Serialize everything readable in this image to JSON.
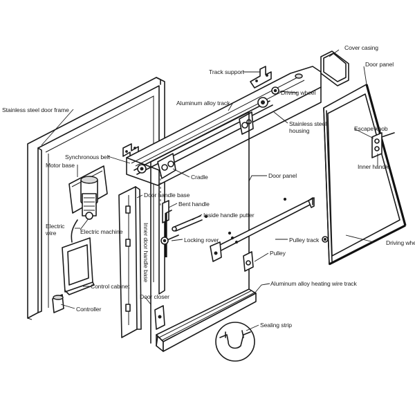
{
  "diagram": {
    "labels": {
      "cover_casing": "Cover casing",
      "door_panel_top": "Door panel",
      "track_support": "Track support",
      "driving_wheel_top": "Driving wheel",
      "aluminum_alloy_track": "Aluminum alloy track",
      "stainless_steel_housing": "Stainless steel\nhousing",
      "stainless_steel_door_frame": "Stainless steel door frame",
      "escape_knob": "Escape knob",
      "synchronous_belt": "Synchronous belt",
      "motor_base": "Motor base",
      "inner_handle": "Inner handle",
      "cradle": "Cradle",
      "door_panel_mid": "Door panel",
      "door_handle_base": "Door handle base",
      "bent_handle": "Bent handle",
      "inside_handle_putter": "Inside handle putter",
      "electric_wire": "Electric\nwire",
      "electric_machine": "Electric machine",
      "inner_door_handle_base": "Inner door handle base",
      "locking_rover": "Locking rover",
      "pulley_track": "Pulley track",
      "driving_wheel_right": "Driving whe",
      "pulley": "Pulley",
      "control_cabinet": "Control cabinet",
      "aluminum_alloy_heating_wire_track": "Aluminum alloy heating wire track",
      "door_closer": "Door closer",
      "controller": "Controller",
      "sealing_strip": "Sealing strip"
    }
  }
}
